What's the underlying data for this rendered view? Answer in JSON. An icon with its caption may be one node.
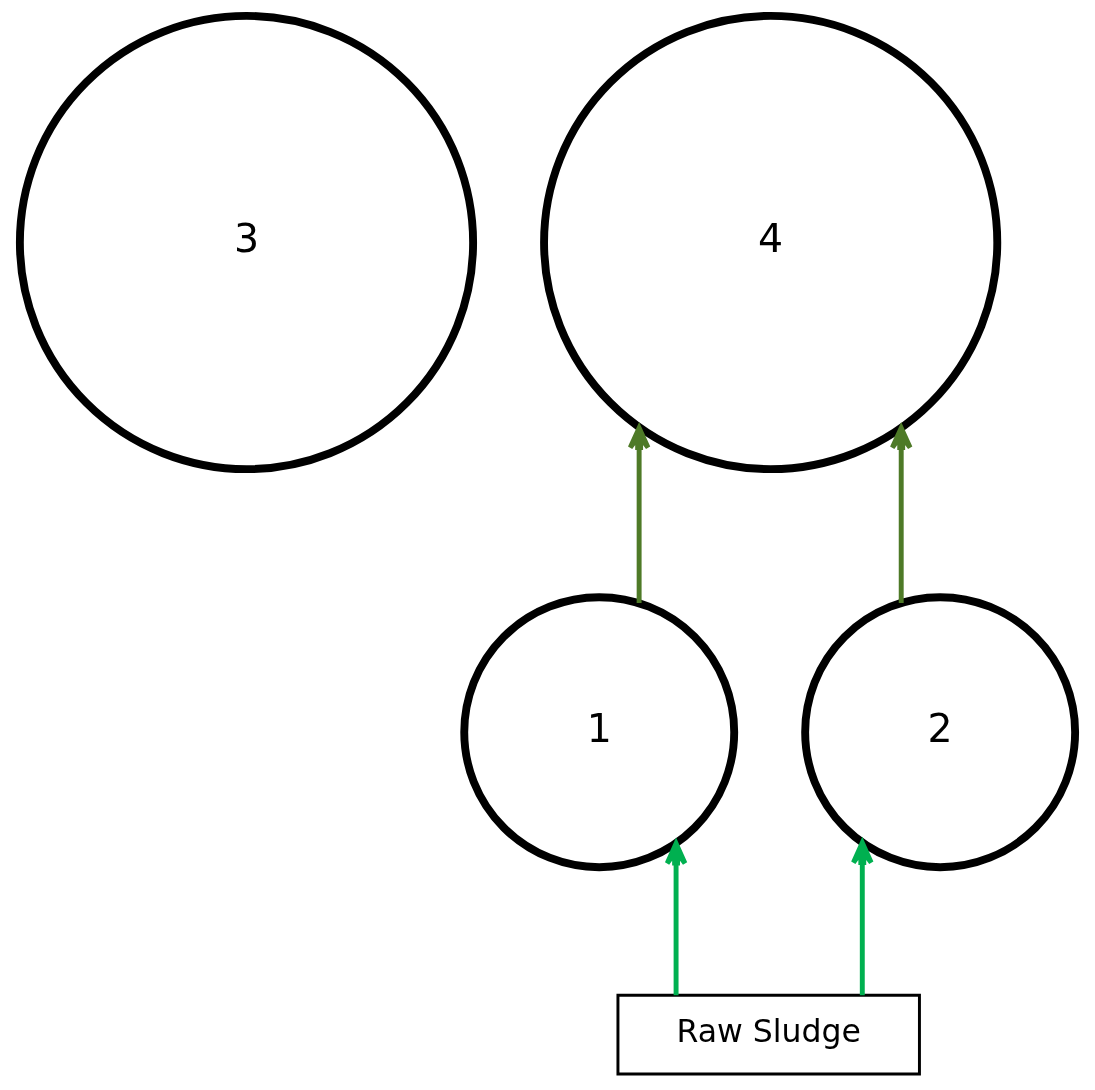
{
  "diagram": {
    "nodes": [
      {
        "text": [
          "3"
        ]
      },
      {
        "text": [
          "4"
        ]
      },
      {
        "text": [
          "1"
        ]
      },
      {
        "text": [
          "2"
        ]
      },
      {
        "text": [
          "Raw Sludge"
        ]
      }
    ],
    "edges": [
      {
        "from": 4,
        "to": 2,
        "arrow": "to",
        "color": "#00b050"
      },
      {
        "from": 4,
        "to": 3,
        "arrow": "to",
        "color": "#00b050"
      },
      {
        "from": 2,
        "to": 1,
        "arrow": "to",
        "color": "#4e7a27"
      },
      {
        "from": 3,
        "to": 1,
        "arrow": "to",
        "color": "#4e7a27"
      }
    ]
  }
}
